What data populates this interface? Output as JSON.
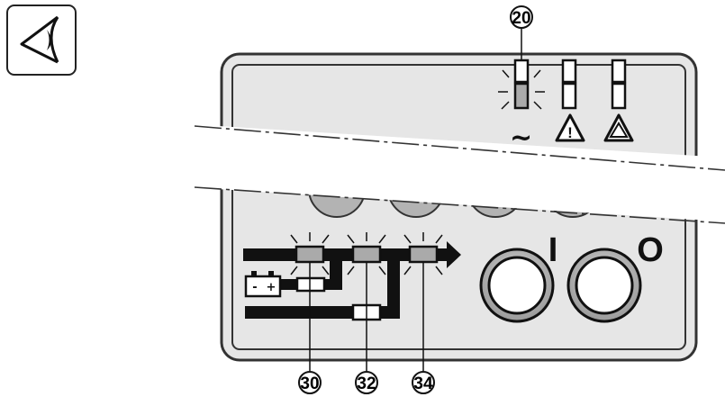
{
  "view_icon": "eye-view-icon",
  "callouts": {
    "top": "20",
    "bottom": [
      "30",
      "32",
      "34"
    ]
  },
  "top_indicators": {
    "ac_symbol": "~",
    "warning_symbol": "!"
  },
  "buttons": {
    "on_label": "I",
    "off_label": "O"
  },
  "battery_signs": {
    "minus": "-",
    "plus": "+"
  },
  "colors": {
    "panel_fill": "#e6e6e6",
    "panel_stroke": "#333333",
    "led_lit": "#aaaaaa",
    "button_gray": "#b3b3b3",
    "line": "#111111"
  }
}
